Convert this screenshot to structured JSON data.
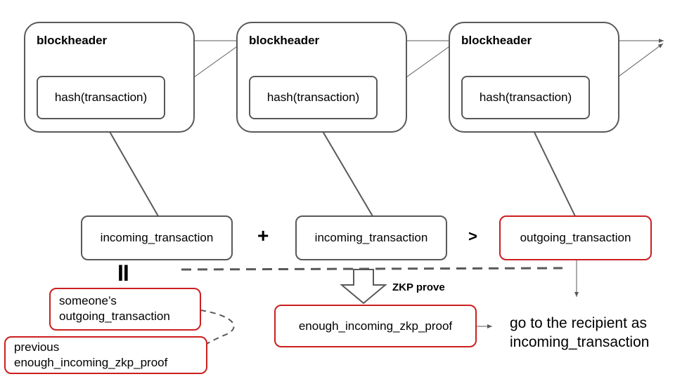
{
  "blocks": [
    {
      "header": "blockheader",
      "hash": "hash(transaction)"
    },
    {
      "header": "blockheader",
      "hash": "hash(transaction)"
    },
    {
      "header": "blockheader",
      "hash": "hash(transaction)"
    }
  ],
  "transactions": {
    "incoming_1": "incoming_transaction",
    "incoming_2": "incoming_transaction",
    "outgoing": "outgoing_transaction"
  },
  "operators": {
    "plus": "+",
    "greater": ">",
    "equals": "II"
  },
  "sources": {
    "line1_a": "someone’s",
    "line1_b": "outgoing_transaction",
    "line2_a": "previous",
    "line2_b": "enough_incoming_zkp_proof"
  },
  "zkp_label": "ZKP prove",
  "proof": "enough_incoming_zkp_proof",
  "destination": {
    "line1": "go to the recipient as",
    "line2": "incoming_transaction"
  },
  "colors": {
    "stroke": "#595959",
    "highlight": "#cc1f1f"
  }
}
